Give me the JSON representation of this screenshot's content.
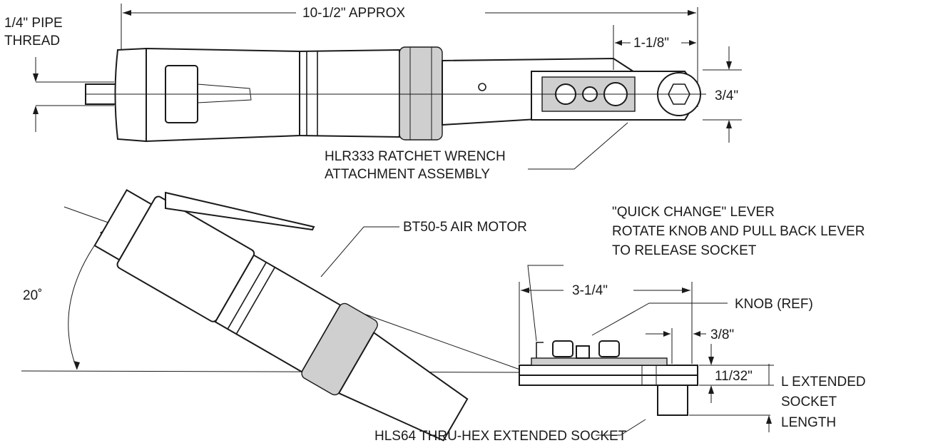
{
  "labels": {
    "pipe_thread_1": "1/4\" PIPE",
    "pipe_thread_2": "THREAD",
    "overall_length": "10-1/2\" APPROX",
    "head_offset": "1-1/8\"",
    "head_height": "3/4\"",
    "attachment_1": "HLR333 RATCHET WRENCH",
    "attachment_2": "ATTACHMENT ASSEMBLY",
    "air_motor": "BT50-5 AIR MOTOR",
    "quick_change_1": "\"QUICK CHANGE\" LEVER",
    "quick_change_2": "ROTATE KNOB AND PULL BACK LEVER",
    "quick_change_3": "TO RELEASE SOCKET",
    "angle": "20˚",
    "head_length": "3-1/4\"",
    "knob": "KNOB (REF)",
    "socket_offset": "3/8\"",
    "plate_thickness": "11/32\"",
    "extended_1": "L EXTENDED",
    "extended_2": "SOCKET",
    "extended_3": "LENGTH",
    "socket": "HLS64 THRU-HEX EXTENDED SOCKET"
  }
}
